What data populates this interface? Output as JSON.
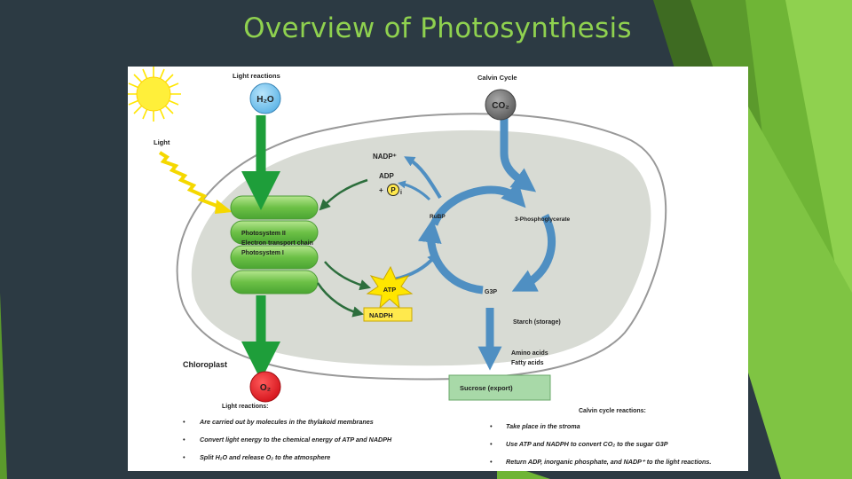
{
  "slide": {
    "title": "Overview of Photosynthesis"
  },
  "diagram": {
    "light_reactions_header": "Light reactions",
    "calvin_cycle_header": "Calvin Cycle",
    "h2o": "H₂O",
    "co2": "CO₂",
    "light": "Light",
    "nadp": "NADP⁺",
    "adp": "ADP",
    "plus": "+",
    "pi_p": "P",
    "pi_i": "i",
    "rubp": "RuBP",
    "phosphoglycerate": "3-Phosphoglycerate",
    "photosystem_ii": "Photosystem II",
    "electron_transport_chain": "Electron transport chain",
    "photosystem_i": "Photosystem I",
    "atp": "ATP",
    "nadph": "NADPH",
    "g3p": "G3P",
    "starch": "Starch (storage)",
    "amino_acids": "Amino acids",
    "fatty_acids": "Fatty acids",
    "chloroplast": "Chloroplast",
    "o2": "O₂",
    "sucrose": "Sucrose (export)",
    "light_reactions_list_title": "Light reactions:",
    "calvin_reactions_list_title": "Calvin cycle reactions:",
    "light_reactions_list": [
      "Are carried out by molecules in the thylakoid membranes",
      "Convert light energy to the chemical energy of ATP and NADPH",
      "Split H₂O and release O₂ to the atmosphere"
    ],
    "calvin_reactions_list": [
      "Take place in the stroma",
      "Use ATP and NADPH to convert CO₂ to the sugar G3P",
      "Return ADP, inorganic phosphate, and NADP⁺ to the light reactions."
    ],
    "bullet": "•"
  },
  "colors": {
    "background": "#2c3a43",
    "accent_green": "#8fd14f",
    "arrow_green": "#1e9e3a",
    "arrow_blue": "#4f8fc2",
    "h2o_blue": "#7cc6ee",
    "co2_gray": "#777777",
    "o2_red": "#e11b22",
    "stroma": "#d8dbd4",
    "thylakoid_green": "#7fcf5a",
    "sun_yellow": "#ffe600",
    "nadph_yellow": "#ffe94d",
    "sucrose_green": "#a8d9a8"
  }
}
